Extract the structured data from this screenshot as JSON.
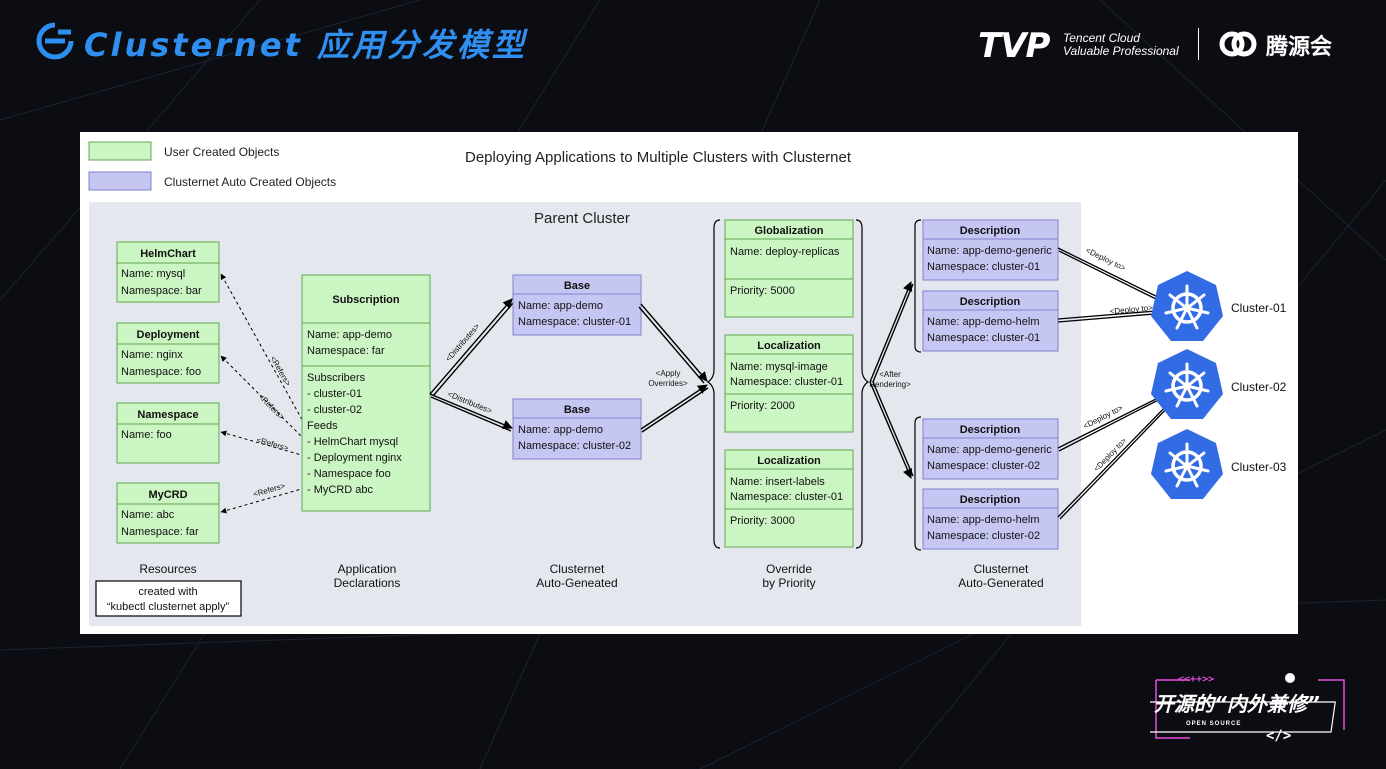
{
  "header": {
    "title": "Clusternet 应用分发模型",
    "brand_tvp": "TVP",
    "brand_tvp_sub1": "Tencent Cloud",
    "brand_tvp_sub2": "Valuable Professional",
    "brand_tsh": "腾源会"
  },
  "legend": {
    "user": "User Created Objects",
    "auto": "Clusternet Auto Created Objects"
  },
  "diagram": {
    "title": "Deploying Applications to Multiple Clusters with Clusternet",
    "parent_cluster": "Parent Cluster",
    "resources": [
      {
        "kind": "HelmChart",
        "name": "Name: mysql",
        "ns": "Namespace: bar"
      },
      {
        "kind": "Deployment",
        "name": "Name: nginx",
        "ns": "Namespace: foo"
      },
      {
        "kind": "Namespace",
        "name": "Name: foo",
        "ns": ""
      },
      {
        "kind": "MyCRD",
        "name": "Name: abc",
        "ns": "Namespace: far"
      }
    ],
    "refers": "<Refers>",
    "subscription": {
      "title": "Subscription",
      "name": "Name: app-demo",
      "ns": "Namespace: far",
      "lines": [
        "Subscribers",
        "- cluster-01",
        "- cluster-02",
        "Feeds",
        "- HelmChart mysql",
        "- Deployment nginx",
        "- Namespace foo",
        "- MyCRD abc"
      ]
    },
    "distributes": "<Distributes>",
    "bases": [
      {
        "title": "Base",
        "name": "Name: app-demo",
        "ns": "Namespace: cluster-01"
      },
      {
        "title": "Base",
        "name": "Name: app-demo",
        "ns": "Namespace: cluster-02"
      }
    ],
    "apply_overrides": [
      "<Apply",
      "Overrides>"
    ],
    "overrides": [
      {
        "title": "Globalization",
        "name": "Name: deploy-replicas",
        "ns": "",
        "priority": "Priority: 5000"
      },
      {
        "title": "Localization",
        "name": "Name: mysql-image",
        "ns": "Namespace: cluster-01",
        "priority": "Priority: 2000"
      },
      {
        "title": "Localization",
        "name": "Name: insert-labels",
        "ns": "Namespace: cluster-01",
        "priority": "Priority: 3000"
      }
    ],
    "after_rendering": [
      "<After",
      "Rendering>"
    ],
    "descriptions": [
      {
        "title": "Description",
        "name": "Name: app-demo-generic",
        "ns": "Namespace: cluster-01"
      },
      {
        "title": "Description",
        "name": "Name: app-demo-helm",
        "ns": "Namespace: cluster-01"
      },
      {
        "title": "Description",
        "name": "Name: app-demo-generic",
        "ns": "Namespace: cluster-02"
      },
      {
        "title": "Description",
        "name": "Name: app-demo-helm",
        "ns": "Namespace: cluster-02"
      }
    ],
    "deploy_to": "<Deploy to>",
    "clusters": [
      "Cluster-01",
      "Cluster-02",
      "Cluster-03"
    ],
    "col_labels": {
      "resources": "Resources",
      "app_decl": [
        "Application",
        "Declarations"
      ],
      "auto1": [
        "Clusternet",
        "Auto-Geneated"
      ],
      "override": [
        "Override",
        "by Priority"
      ],
      "auto2": [
        "Clusternet",
        "Auto-Generated"
      ]
    },
    "created_with": [
      "created with",
      "“kubectl clusternet apply”"
    ]
  },
  "badge": {
    "top": "<<++>>",
    "main": "开源的“内外兼修”",
    "small": "OPEN SOURCE",
    "code": "</>"
  },
  "colors": {
    "user_fill": "#ccf5c4",
    "user_stroke": "#5fa84e",
    "auto_fill": "#c6c6f2",
    "auto_stroke": "#8181cf",
    "accent_blue": "#2f8ff0",
    "k8s_blue": "#326ce5"
  }
}
